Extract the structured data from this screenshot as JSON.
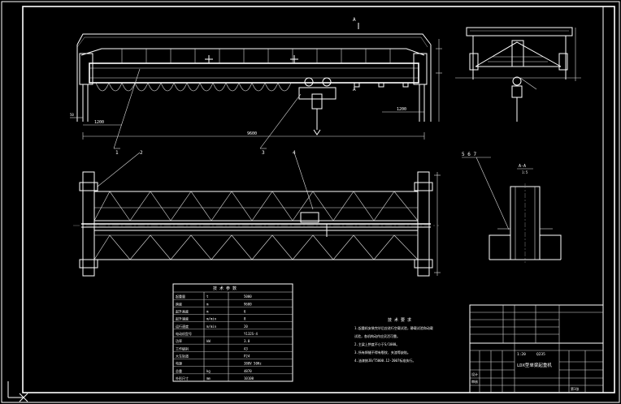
{
  "labels": {
    "section_mark_top": "A",
    "section_mark_bottom": "A",
    "callouts": [
      "1",
      "2",
      "3",
      "4"
    ],
    "callout_side": "5 6 7",
    "section_view": "A-A",
    "section_scale": "1:5",
    "dimension_span": "9600",
    "dimension_left": "1200",
    "dimension_right": "1200",
    "dimension_small": "50"
  },
  "spec_table": {
    "title": "技 术 参 数",
    "rows": [
      [
        "起重量",
        "t",
        "5000"
      ],
      [
        "跨度",
        "m",
        "9600"
      ],
      [
        "起升高度",
        "m",
        "6"
      ],
      [
        "起升速度",
        "m/min",
        "8"
      ],
      [
        "运行速度",
        "m/min",
        "20"
      ],
      [
        "电动机型号",
        "",
        "Y132S-4"
      ],
      [
        "功率",
        "kW",
        "3.0"
      ],
      [
        "工作级别",
        "",
        "A3"
      ],
      [
        "大车轨道",
        "",
        "P24"
      ],
      [
        "电源",
        "",
        "380V 50Hz"
      ],
      [
        "总重",
        "kg",
        "4870"
      ],
      [
        "外形尺寸",
        "mm",
        "10100"
      ]
    ]
  },
  "notes": {
    "title": "技 术 要 求",
    "lines": [
      "1.起重机安装完毕后应进行空载试验，静载试验和动载",
      "  试验，各机构动作应灵活可靠。",
      "2.主梁上拱度不小于S/1000。",
      "3.所有焊缝不得有裂纹、夹渣等缺陷。",
      "4.油漆按JB/T5000.12-2007标准执行。"
    ]
  },
  "title_block": {
    "drawing_name": "LDX型单梁起重机",
    "scale": "1:20",
    "material": "Q235",
    "designer": "设计",
    "checker": "审核",
    "sheet": "第1张"
  }
}
